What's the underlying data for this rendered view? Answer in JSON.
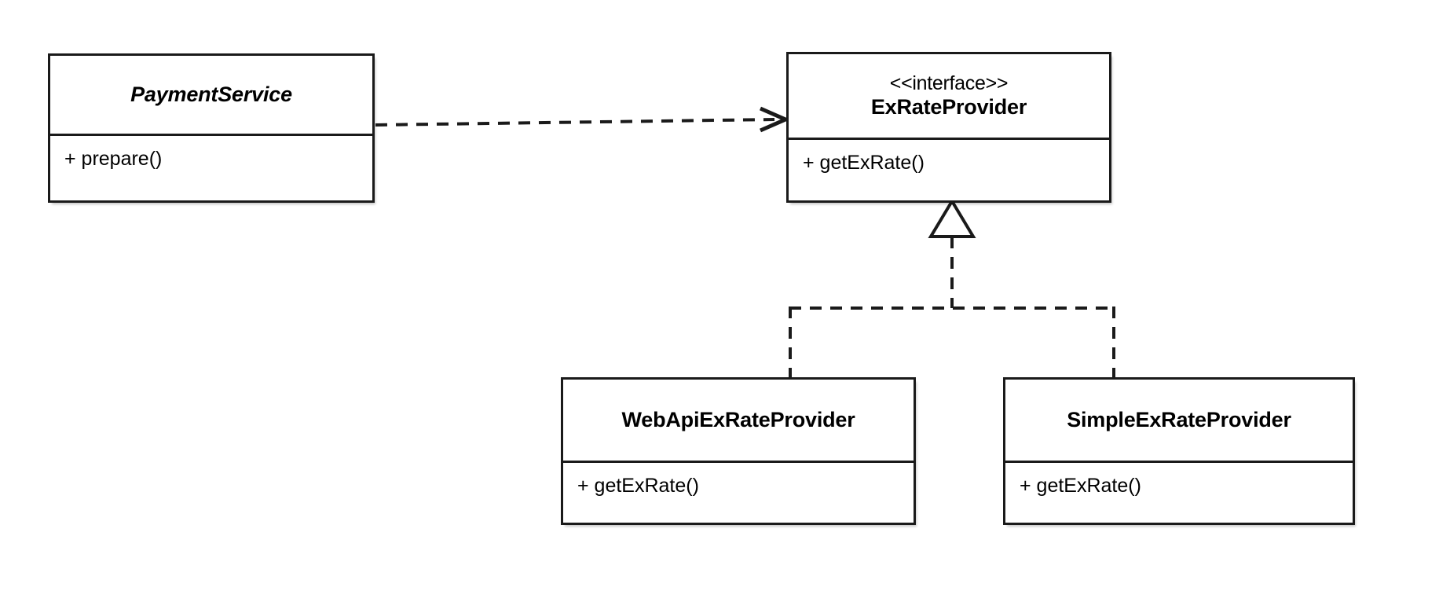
{
  "diagram": {
    "type": "uml-class-diagram",
    "background_color": "#ffffff",
    "line_color": "#1a1a1a",
    "text_color": "#000000"
  },
  "classes": {
    "payment_service": {
      "name": "PaymentService",
      "kind": "abstract-class",
      "members": [
        {
          "text": "+ prepare()"
        }
      ]
    },
    "ex_rate_provider": {
      "stereotype": "<<interface>>",
      "name": "ExRateProvider",
      "kind": "interface",
      "members": [
        {
          "text": "+ getExRate()"
        }
      ]
    },
    "web_api_ex_rate_provider": {
      "name": "WebApiExRateProvider",
      "kind": "class",
      "members": [
        {
          "text": "+ getExRate()"
        }
      ]
    },
    "simple_ex_rate_provider": {
      "name": "SimpleExRateProvider",
      "kind": "class",
      "members": [
        {
          "text": "+ getExRate()"
        }
      ]
    }
  },
  "relationships": [
    {
      "id": "dependency",
      "type": "dependency",
      "style": "dashed-open-arrow",
      "source": "PaymentService",
      "target": "ExRateProvider"
    },
    {
      "id": "realization-webapi",
      "type": "realization",
      "style": "dashed-hollow-triangle",
      "source": "WebApiExRateProvider",
      "target": "ExRateProvider"
    },
    {
      "id": "realization-simple",
      "type": "realization",
      "style": "dashed-hollow-triangle",
      "source": "SimpleExRateProvider",
      "target": "ExRateProvider"
    }
  ]
}
